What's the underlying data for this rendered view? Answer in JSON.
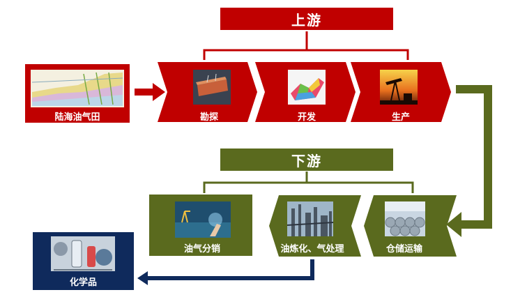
{
  "upstream": {
    "title": "上游",
    "source_label": "陆海油气田",
    "stages": [
      "勘探",
      "开发",
      "生产"
    ]
  },
  "downstream": {
    "title": "下游",
    "stages": [
      "仓储运输",
      "油炼化、气处理",
      "油气分销"
    ]
  },
  "output_label": "化学品",
  "colors": {
    "upstream_red": "#c00000",
    "downstream_olive": "#5a6a1e",
    "chemicals_navy": "#0f2a5c"
  }
}
